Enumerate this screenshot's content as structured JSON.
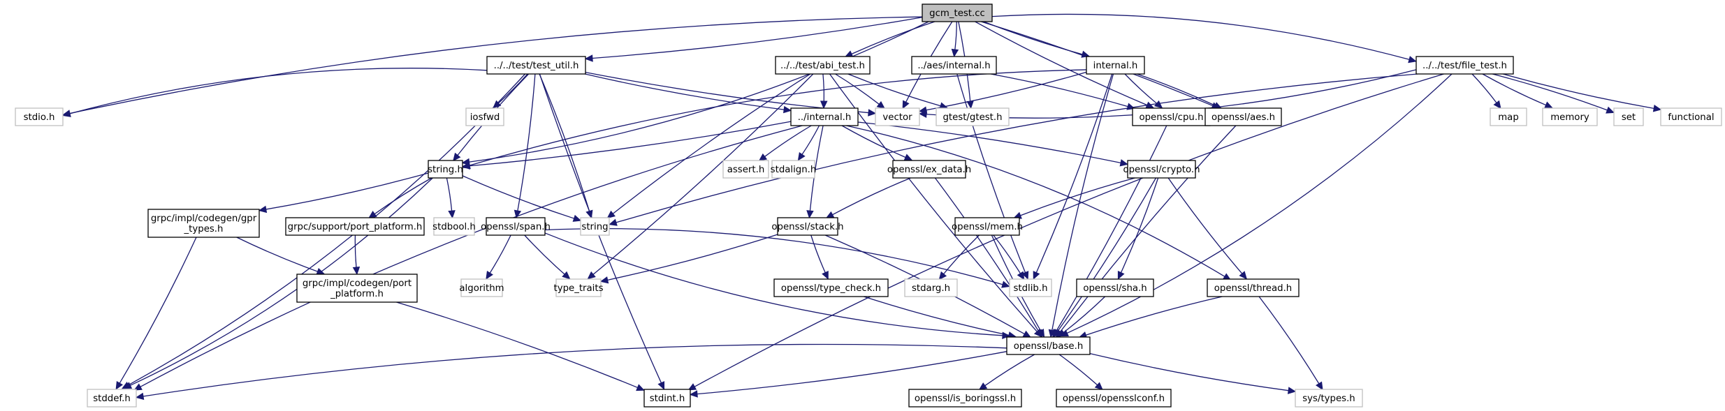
{
  "title": "gcm_test.cc include dependency graph",
  "colors": {
    "edge": "#191970",
    "root_fill": "#bfbfbf",
    "local_border": "#000000",
    "system_border": "#bfbfbf",
    "background": "#ffffff"
  },
  "nodes": [
    {
      "id": "gcm_test_cc",
      "label": "gcm_test.cc",
      "kind": "root"
    },
    {
      "id": "test_util_h",
      "label": "../../test/test_util.h",
      "kind": "local"
    },
    {
      "id": "abi_test_h",
      "label": "../../test/abi_test.h",
      "kind": "local"
    },
    {
      "id": "aes_internal_h",
      "label": "../aes/internal.h",
      "kind": "local"
    },
    {
      "id": "internal_h",
      "label": "internal.h",
      "kind": "local"
    },
    {
      "id": "file_test_h",
      "label": "../../test/file_test.h",
      "kind": "local"
    },
    {
      "id": "stdio_h",
      "label": "stdio.h",
      "kind": "system"
    },
    {
      "id": "iosfwd",
      "label": "iosfwd",
      "kind": "system"
    },
    {
      "id": "parent_internal_h",
      "label": "../internal.h",
      "kind": "local"
    },
    {
      "id": "vector",
      "label": "vector",
      "kind": "system"
    },
    {
      "id": "gtest_h",
      "label": "gtest/gtest.h",
      "kind": "system"
    },
    {
      "id": "cpu_h",
      "label": "openssl/cpu.h",
      "kind": "local"
    },
    {
      "id": "aes_h",
      "label": "openssl/aes.h",
      "kind": "local"
    },
    {
      "id": "map",
      "label": "map",
      "kind": "system"
    },
    {
      "id": "memory",
      "label": "memory",
      "kind": "system"
    },
    {
      "id": "set",
      "label": "set",
      "kind": "system"
    },
    {
      "id": "functional",
      "label": "functional",
      "kind": "system"
    },
    {
      "id": "string_h",
      "label": "string.h",
      "kind": "local"
    },
    {
      "id": "assert_h",
      "label": "assert.h",
      "kind": "system"
    },
    {
      "id": "stdalign_h",
      "label": "stdalign.h",
      "kind": "system"
    },
    {
      "id": "ex_data_h",
      "label": "openssl/ex_data.h",
      "kind": "local"
    },
    {
      "id": "crypto_h",
      "label": "openssl/crypto.h",
      "kind": "local"
    },
    {
      "id": "gpr_types_h",
      "label": "grpc/impl/codegen/gpr\n_types.h",
      "kind": "local"
    },
    {
      "id": "support_port_platform_h",
      "label": "grpc/support/port_platform.h",
      "kind": "local"
    },
    {
      "id": "stdbool_h",
      "label": "stdbool.h",
      "kind": "system"
    },
    {
      "id": "span_h",
      "label": "openssl/span.h",
      "kind": "local"
    },
    {
      "id": "string",
      "label": "string",
      "kind": "system"
    },
    {
      "id": "stack_h",
      "label": "openssl/stack.h",
      "kind": "local"
    },
    {
      "id": "mem_h",
      "label": "openssl/mem.h",
      "kind": "local"
    },
    {
      "id": "codegen_port_platform_h",
      "label": "grpc/impl/codegen/port\n_platform.h",
      "kind": "local"
    },
    {
      "id": "algorithm",
      "label": "algorithm",
      "kind": "system"
    },
    {
      "id": "type_traits",
      "label": "type_traits",
      "kind": "system"
    },
    {
      "id": "type_check_h",
      "label": "openssl/type_check.h",
      "kind": "local"
    },
    {
      "id": "stdarg_h",
      "label": "stdarg.h",
      "kind": "system"
    },
    {
      "id": "stdlib_h",
      "label": "stdlib.h",
      "kind": "system"
    },
    {
      "id": "sha_h",
      "label": "openssl/sha.h",
      "kind": "local"
    },
    {
      "id": "thread_h",
      "label": "openssl/thread.h",
      "kind": "local"
    },
    {
      "id": "base_h",
      "label": "openssl/base.h",
      "kind": "local"
    },
    {
      "id": "stddef_h",
      "label": "stddef.h",
      "kind": "system"
    },
    {
      "id": "stdint_h",
      "label": "stdint.h",
      "kind": "local"
    },
    {
      "id": "is_boringssl_h",
      "label": "openssl/is_boringssl.h",
      "kind": "local"
    },
    {
      "id": "opensslconf_h",
      "label": "openssl/opensslconf.h",
      "kind": "local"
    },
    {
      "id": "sys_types_h",
      "label": "sys/types.h",
      "kind": "system"
    }
  ],
  "edges": [
    [
      "gcm_test_cc",
      "test_util_h"
    ],
    [
      "gcm_test_cc",
      "abi_test_h"
    ],
    [
      "gcm_test_cc",
      "aes_internal_h"
    ],
    [
      "gcm_test_cc",
      "internal_h"
    ],
    [
      "gcm_test_cc",
      "file_test_h"
    ],
    [
      "gcm_test_cc",
      "stdio_h"
    ],
    [
      "gcm_test_cc",
      "string_h"
    ],
    [
      "gcm_test_cc",
      "vector"
    ],
    [
      "gcm_test_cc",
      "gtest_h"
    ],
    [
      "gcm_test_cc",
      "cpu_h"
    ],
    [
      "gcm_test_cc",
      "aes_h"
    ],
    [
      "test_util_h",
      "stdio_h"
    ],
    [
      "test_util_h",
      "iosfwd"
    ],
    [
      "test_util_h",
      "string_h"
    ],
    [
      "test_util_h",
      "string"
    ],
    [
      "test_util_h",
      "vector"
    ],
    [
      "test_util_h",
      "span_h"
    ],
    [
      "test_util_h",
      "parent_internal_h"
    ],
    [
      "test_util_h",
      "stddef_h"
    ],
    [
      "test_util_h",
      "stdint_h"
    ],
    [
      "abi_test_h",
      "vector"
    ],
    [
      "abi_test_h",
      "gtest_h"
    ],
    [
      "abi_test_h",
      "parent_internal_h"
    ],
    [
      "abi_test_h",
      "string"
    ],
    [
      "abi_test_h",
      "type_traits"
    ],
    [
      "abi_test_h",
      "base_h"
    ],
    [
      "aes_internal_h",
      "cpu_h"
    ],
    [
      "aes_internal_h",
      "stdlib_h"
    ],
    [
      "internal_h",
      "vector"
    ],
    [
      "internal_h",
      "cpu_h"
    ],
    [
      "internal_h",
      "aes_h"
    ],
    [
      "internal_h",
      "string_h"
    ],
    [
      "internal_h",
      "stdlib_h"
    ],
    [
      "internal_h",
      "base_h"
    ],
    [
      "file_test_h",
      "map"
    ],
    [
      "file_test_h",
      "memory"
    ],
    [
      "file_test_h",
      "set"
    ],
    [
      "file_test_h",
      "functional"
    ],
    [
      "file_test_h",
      "vector"
    ],
    [
      "file_test_h",
      "string"
    ],
    [
      "file_test_h",
      "base_h"
    ],
    [
      "file_test_h",
      "stdint_h"
    ],
    [
      "parent_internal_h",
      "string_h"
    ],
    [
      "parent_internal_h",
      "assert_h"
    ],
    [
      "parent_internal_h",
      "stdalign_h"
    ],
    [
      "parent_internal_h",
      "ex_data_h"
    ],
    [
      "parent_internal_h",
      "crypto_h"
    ],
    [
      "parent_internal_h",
      "stack_h"
    ],
    [
      "parent_internal_h",
      "thread_h"
    ],
    [
      "parent_internal_h",
      "stddef_h"
    ],
    [
      "string_h",
      "gpr_types_h"
    ],
    [
      "string_h",
      "support_port_platform_h"
    ],
    [
      "string_h",
      "stdbool_h"
    ],
    [
      "string_h",
      "string"
    ],
    [
      "string_h",
      "stddef_h"
    ],
    [
      "ex_data_h",
      "stack_h"
    ],
    [
      "ex_data_h",
      "base_h"
    ],
    [
      "crypto_h",
      "mem_h"
    ],
    [
      "crypto_h",
      "sha_h"
    ],
    [
      "crypto_h",
      "thread_h"
    ],
    [
      "crypto_h",
      "base_h"
    ],
    [
      "gpr_types_h",
      "codegen_port_platform_h"
    ],
    [
      "gpr_types_h",
      "stddef_h"
    ],
    [
      "support_port_platform_h",
      "codegen_port_platform_h"
    ],
    [
      "span_h",
      "algorithm"
    ],
    [
      "span_h",
      "type_traits"
    ],
    [
      "span_h",
      "stdlib_h"
    ],
    [
      "span_h",
      "base_h"
    ],
    [
      "stack_h",
      "type_traits"
    ],
    [
      "stack_h",
      "type_check_h"
    ],
    [
      "stack_h",
      "base_h"
    ],
    [
      "mem_h",
      "stdarg_h"
    ],
    [
      "mem_h",
      "stdlib_h"
    ],
    [
      "mem_h",
      "base_h"
    ],
    [
      "codegen_port_platform_h",
      "stdint_h"
    ],
    [
      "type_check_h",
      "base_h"
    ],
    [
      "sha_h",
      "base_h"
    ],
    [
      "thread_h",
      "base_h"
    ],
    [
      "thread_h",
      "sys_types_h"
    ],
    [
      "aes_h",
      "base_h"
    ],
    [
      "cpu_h",
      "base_h"
    ],
    [
      "base_h",
      "stddef_h"
    ],
    [
      "base_h",
      "stdint_h"
    ],
    [
      "base_h",
      "is_boringssl_h"
    ],
    [
      "base_h",
      "opensslconf_h"
    ],
    [
      "base_h",
      "sys_types_h"
    ]
  ]
}
